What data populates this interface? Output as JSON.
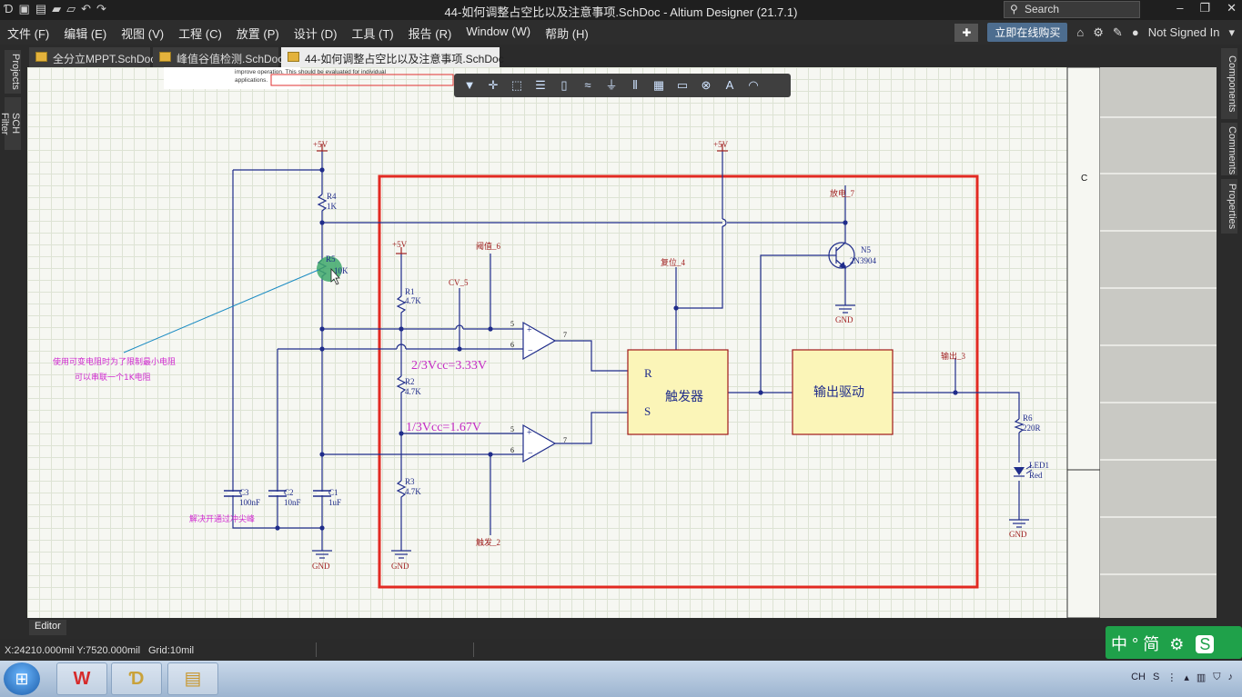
{
  "window": {
    "title": "44-如何调整占空比以及注意事项.SchDoc - Altium Designer (21.7.1)",
    "search_placeholder": "Search"
  },
  "menu": {
    "items": [
      "文件 (F)",
      "编辑 (E)",
      "视图 (V)",
      "工程 (C)",
      "放置 (P)",
      "设计 (D)",
      "工具 (T)",
      "报告 (R)",
      "Window (W)",
      "帮助 (H)"
    ],
    "buy_online": "立即在线购买",
    "user": "Not Signed In"
  },
  "left_panels": [
    "Projects",
    "SCH Filter"
  ],
  "right_panels": [
    "Components",
    "Comments",
    "Properties"
  ],
  "doc_tabs": [
    "全分立MPPT.SchDoc",
    "峰值谷值检测.SchDoc",
    "44-如何调整占空比以及注意事项.SchDoc"
  ],
  "active_tab_index": 2,
  "editor_tab": "Editor",
  "status": {
    "coords": "X:24210.000mil Y:7520.000mil",
    "grid": "Grid:10mil"
  },
  "schematic": {
    "note_line1": "improve operation. This should be evaluated for individual",
    "note_line2": "applications.",
    "vcc": "+5V",
    "gnd": "GND",
    "r4": "R4",
    "r4_val": "1K",
    "r5": "R5",
    "r5_val": "10K",
    "r1": "R1",
    "r2": "R2",
    "r3": "R3",
    "r_val": "4.7K",
    "c1": "C1",
    "c1_val": "1uF",
    "c2": "C2",
    "c2_val": "10nF",
    "c3": "C3",
    "c3_val": "100nF",
    "cv": "CV_5",
    "threshold": "阈值_6",
    "reset": "复位_4",
    "discharge": "放电_7",
    "trigger": "触发_2",
    "output": "输出_3",
    "n5": "N5",
    "n5_part": "2N3904",
    "r6": "R6",
    "r6_val": "220R",
    "led": "LED1",
    "led_color": "Red",
    "ratio_upper": "2/3Vcc=3.33V",
    "ratio_lower": "1/3Vcc=1.67V",
    "flipflop": "触发器",
    "ff_r": "R",
    "ff_s": "S",
    "output_driver": "输出驱动",
    "pin5": "5",
    "pin6": "6",
    "pin7": "7",
    "annot_pot1": "使用可变电阻时为了限制最小电阻",
    "annot_pot2": "可以串联一个1K电阻",
    "annot_caps": "解决开通过冲尖峰",
    "sheet_zone": "C"
  },
  "ime": "中 ° 简",
  "tray_lang": "CH"
}
